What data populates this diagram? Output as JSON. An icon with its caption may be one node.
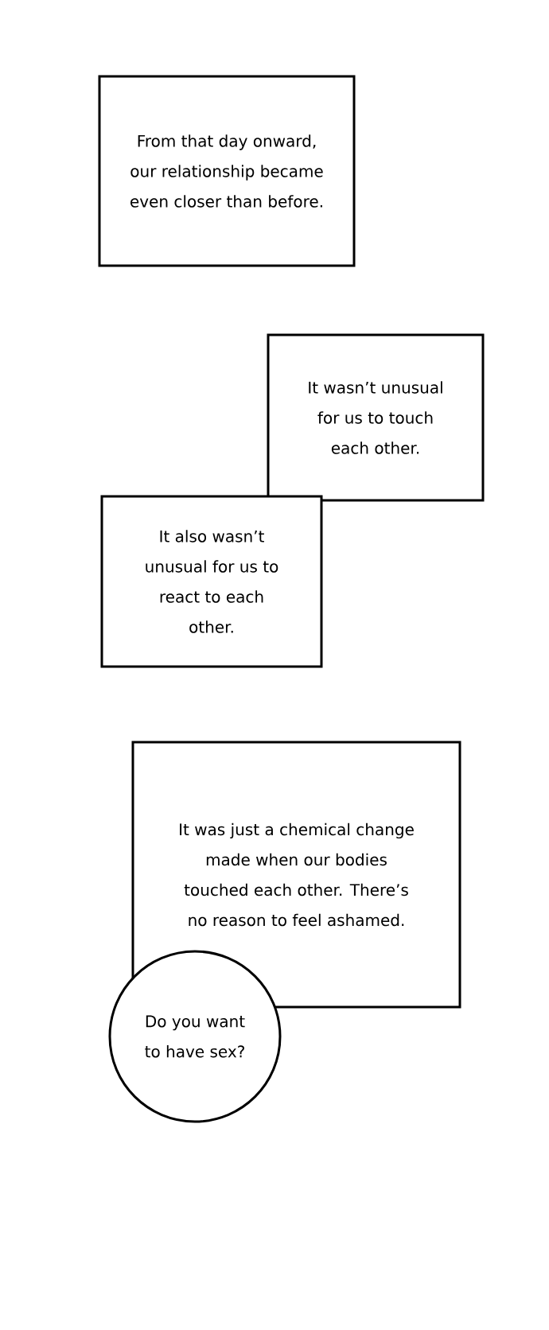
{
  "diagram": {
    "nodes": [
      {
        "text": [
          "From that day onward, our relationship became even closer than before."
        ]
      },
      {
        "text": [
          "It wasn’t unusual for us to touch each other."
        ]
      },
      {
        "text": [
          "It also wasn’t unusual for us to react to each other."
        ]
      },
      {
        "text": [
          "It was just a chemical change made when our bodies touched each other. There’s no reason to feel ashamed."
        ]
      },
      {
        "text": [
          "Do you want to have sex?"
        ]
      }
    ]
  }
}
